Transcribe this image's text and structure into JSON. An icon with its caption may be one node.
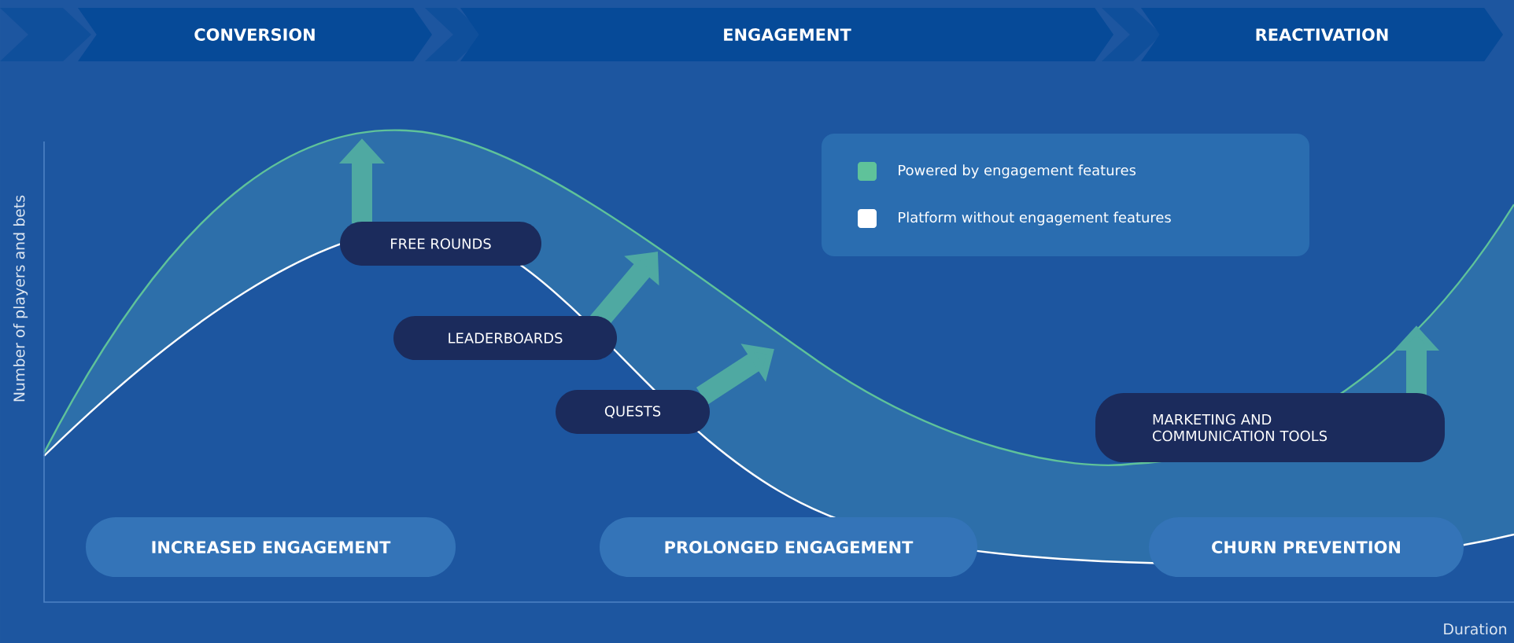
{
  "diagram": {
    "nodes": [
      {
        "text": [
          "CONVERSION"
        ]
      },
      {
        "text": [
          "ENGAGEMENT"
        ]
      },
      {
        "text": [
          "REACTIVATION"
        ]
      },
      {
        "text": [
          "FREE ROUNDS"
        ]
      },
      {
        "text": [
          "LEADERBOARDS"
        ]
      },
      {
        "text": [
          "QUESTS"
        ]
      },
      {
        "text": [
          "MARKETING AND COMMUNICATION TOOLS"
        ]
      },
      {
        "text": [
          "INCREASED ENGAGEMENT"
        ]
      },
      {
        "text": [
          "PROLONGED ENGAGEMENT"
        ]
      },
      {
        "text": [
          "CHURN PREVENTION"
        ]
      }
    ],
    "labels": [
      "Number of players and bets",
      "Duration"
    ],
    "legend": [
      {
        "text": "Powered by engagement features",
        "color": "#5fc29a"
      },
      {
        "text": "Platform without engagement features",
        "color": "#ffffff"
      }
    ]
  }
}
